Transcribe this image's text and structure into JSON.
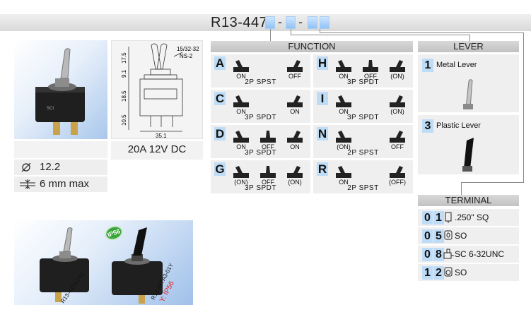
{
  "part_number": "R13-447",
  "separators": [
    "-",
    "-"
  ],
  "function": {
    "title": "FUNCTION",
    "cells": [
      {
        "letter": "A",
        "labels": [
          "ON",
          "OFF"
        ],
        "subtitle": "2P SPST"
      },
      {
        "letter": "H",
        "labels": [
          "ON",
          "OFF",
          "(ON)"
        ],
        "subtitle": "3P SPDT"
      },
      {
        "letter": "C",
        "labels": [
          "ON",
          "ON"
        ],
        "subtitle": "3P SPDT"
      },
      {
        "letter": "I",
        "labels": [
          "ON",
          "(ON)"
        ],
        "subtitle": "3P SPDT"
      },
      {
        "letter": "D",
        "labels": [
          "ON",
          "OFF",
          "ON"
        ],
        "subtitle": "3P SPDT"
      },
      {
        "letter": "N",
        "labels": [
          "(ON)",
          "OFF"
        ],
        "subtitle": "2P SPST"
      },
      {
        "letter": "G",
        "labels": [
          "(ON)",
          "OFF",
          "(ON)"
        ],
        "subtitle": "3P SPDT"
      },
      {
        "letter": "R",
        "labels": [
          "ON",
          "(OFF)"
        ],
        "subtitle": "2P SPST"
      }
    ]
  },
  "lever": {
    "title": "LEVER",
    "items": [
      {
        "num": "1",
        "label": "Metal Lever"
      },
      {
        "num": "3",
        "label": "Plastic Lever"
      }
    ]
  },
  "terminal": {
    "title": "TERMINAL",
    "items": [
      {
        "d1": "0",
        "d2": "1",
        "label": ".250\" SQ"
      },
      {
        "d1": "0",
        "d2": "5",
        "label": "SO"
      },
      {
        "d1": "0",
        "d2": "8",
        "label": "SC 6-32UNC"
      },
      {
        "d1": "1",
        "d2": "2",
        "label": "SO"
      }
    ]
  },
  "drawing": {
    "dims_left": [
      "17.5",
      "9.1",
      "18.5",
      "10.5"
    ],
    "dim_bottom": "35.1",
    "thread_lines": [
      "15/32-32",
      "NS-2"
    ]
  },
  "specs": {
    "rating": "20A 12V DC",
    "diameter": "12.2",
    "panel_thickness": "6 mm max"
  },
  "photo_labels": {
    "model_metal": "R13-447A1-01",
    "model_plastic": "R13-447A3-01Y",
    "ip_note": "Y: IP56",
    "ip_badge": "IP56"
  },
  "colors": {
    "code_box": "#8fc2f5",
    "letter_box": "#bfdcf7",
    "panel_bg": "#efefef",
    "header_bg": "#c8c8c8",
    "ip_badge": "#3aa53a",
    "ip_note": "#e02020"
  }
}
